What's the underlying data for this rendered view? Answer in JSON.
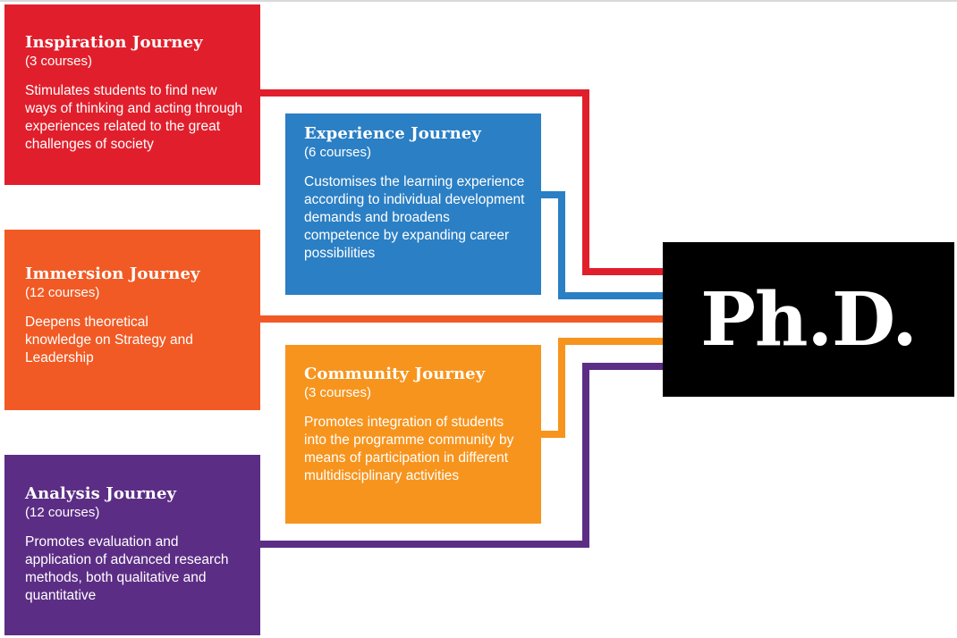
{
  "colors": {
    "inspiration": "#e11f2c",
    "experience": "#2b7fc4",
    "immersion": "#f15a24",
    "community": "#f7941d",
    "analysis": "#5c2d85",
    "phd": "#000000"
  },
  "journeys": {
    "inspiration": {
      "title": "Inspiration Journey",
      "count": "(3 courses)",
      "description": "Stimulates students to find new ways of thinking and acting through experiences related to the great challenges of society"
    },
    "experience": {
      "title": "Experience Journey",
      "count": "(6 courses)",
      "description": "Customises the learning experience according to individual development demands and broadens competence by expanding career possibilities"
    },
    "immersion": {
      "title": "Immersion Journey",
      "count": "(12 courses)",
      "description": "Deepens theoretical knowledge on Strategy and Leadership"
    },
    "community": {
      "title": "Community Journey",
      "count": "(3 courses)",
      "description": "Promotes integration of students into the programme community by means of participation in different multidisciplinary activities"
    },
    "analysis": {
      "title": "Analysis Journey",
      "count": "(12 courses)",
      "description": "Promotes evaluation and application of advanced research methods, both qualitative and quantitative"
    }
  },
  "phd": {
    "label": "Ph.D."
  }
}
